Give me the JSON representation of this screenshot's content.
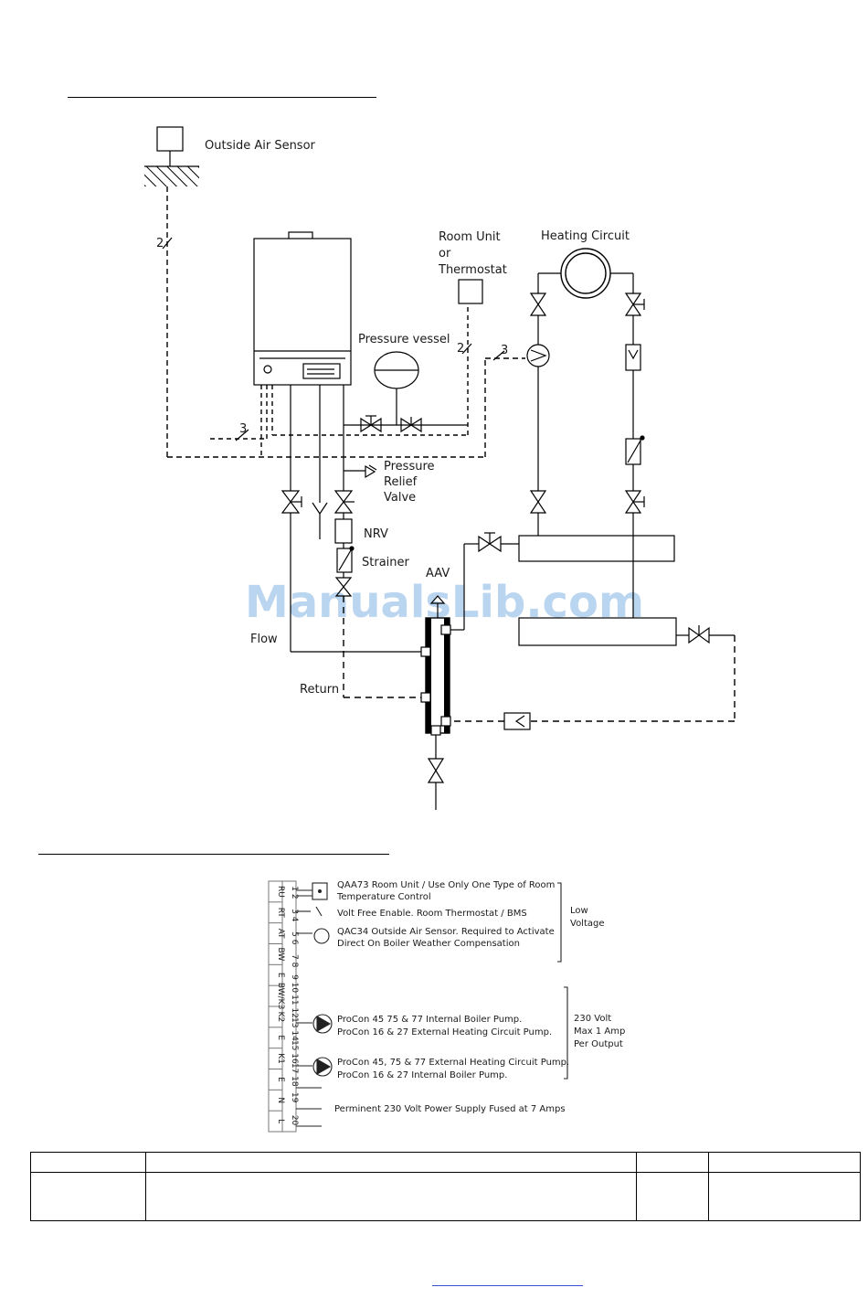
{
  "piping_diagram": {
    "labels": {
      "outside_air_sensor": "Outside Air Sensor",
      "room_unit_line1": "Room Unit",
      "room_unit_line2": "or",
      "room_unit_line3": "Thermostat",
      "heating_circuit": "Heating Circuit",
      "pressure_vessel": "Pressure vessel",
      "pressure_relief_line1": "Pressure",
      "pressure_relief_line2": "Relief",
      "pressure_relief_line3": "Valve",
      "nrv": "NRV",
      "strainer": "Strainer",
      "aav": "AAV",
      "flow": "Flow",
      "return": "Return",
      "cable_2_sensor": "2",
      "cable_2_room": "2",
      "cable_3_pump": "3",
      "cable_3_boiler": "3"
    },
    "watermark": "ManualsLib.com"
  },
  "wiring_diagram": {
    "terminal_codes": [
      "RU",
      "RT",
      "AT",
      "BW",
      "E",
      "BW/K3",
      "K2",
      "E",
      "K1",
      "E",
      "N",
      "L"
    ],
    "terminal_numbers": [
      "1 2",
      "3 4",
      "5 6",
      "7 8",
      "9 10",
      "11 12",
      "13 14",
      "15 16",
      "17 18",
      "19",
      "20"
    ],
    "descriptions": {
      "qaa73_line1": "QAA73 Room Unit / Use Only One Type of Room",
      "qaa73_line2": "Temperature Control",
      "volt_free": "Volt Free Enable. Room Thermostat / BMS",
      "qac34_line1": "QAC34 Outside Air Sensor. Required to Activate",
      "qac34_line2": "Direct On Boiler Weather Compensation",
      "k2_line1": "ProCon 45 75 & 77 Internal Boiler Pump.",
      "k2_line2": "ProCon 16 & 27 External Heating Circuit Pump.",
      "k1_line1": "ProCon 45, 75 &  77 External Heating Circuit Pump.",
      "k1_line2": "ProCon 16 & 27 Internal Boiler Pump.",
      "power": "Perminent 230 Volt Power Supply Fused at 7 Amps"
    },
    "low_voltage_line1": "Low",
    "low_voltage_line2": "Voltage",
    "high_voltage_line1": "230 Volt",
    "high_voltage_line2": "Max 1 Amp",
    "high_voltage_line3": "Per Output"
  }
}
